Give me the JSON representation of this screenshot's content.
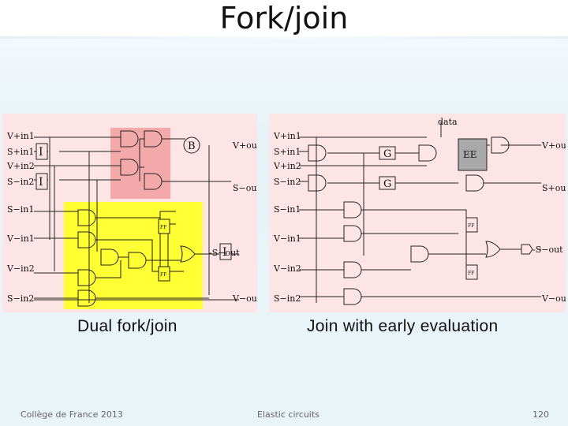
{
  "slide": {
    "title": "Fork/join",
    "captions": {
      "left": "Dual fork/join",
      "right": "Join with early evaluation"
    },
    "footer": {
      "left": "Collège de France 2013",
      "center": "Elastic circuits",
      "page": "120"
    }
  },
  "left_diagram": {
    "signals": {
      "vin1p": "V+in1",
      "sin1p": "S+in1",
      "vin2p": "V+in2",
      "sin2m_top": "S−in2",
      "vout_top": "V+out",
      "sout_minus": "S−out",
      "sin1m": "S−in1",
      "vin1m": "V−in1",
      "vin2m": "V−in2",
      "sin2m": "S−in2",
      "sout_dash": "-S−out",
      "vout_bot": "V−out"
    },
    "blocks": {
      "i1": "I",
      "i2": "I",
      "i3": "I",
      "b": "B",
      "ff1": "FF",
      "ff2": "FF"
    },
    "colors": {
      "highlight_pink": "#f3a9a9",
      "highlight_yellow": "#ffff33",
      "background": "#fde5e5"
    }
  },
  "right_diagram": {
    "data_label": "data",
    "signals": {
      "vin1p": "V+in1",
      "sin1p": "S+in1",
      "vin2p": "V+in2",
      "sin2m_top": "S−in2",
      "vout_top": "V+out",
      "sout_plus": "S+out",
      "sin1m": "S−in1",
      "vin1m": "V−in1",
      "vin2m": "V−in2",
      "sin2m": "S−in2",
      "sout_minus": "-S−out",
      "vout_bot": "V−out"
    },
    "blocks": {
      "g1": "G",
      "g2": "G",
      "ee": "EE",
      "ff1": "FF",
      "ff2": "FF"
    },
    "colors": {
      "ee_fill": "#a9a9a9",
      "background": "#fde5e5"
    }
  }
}
